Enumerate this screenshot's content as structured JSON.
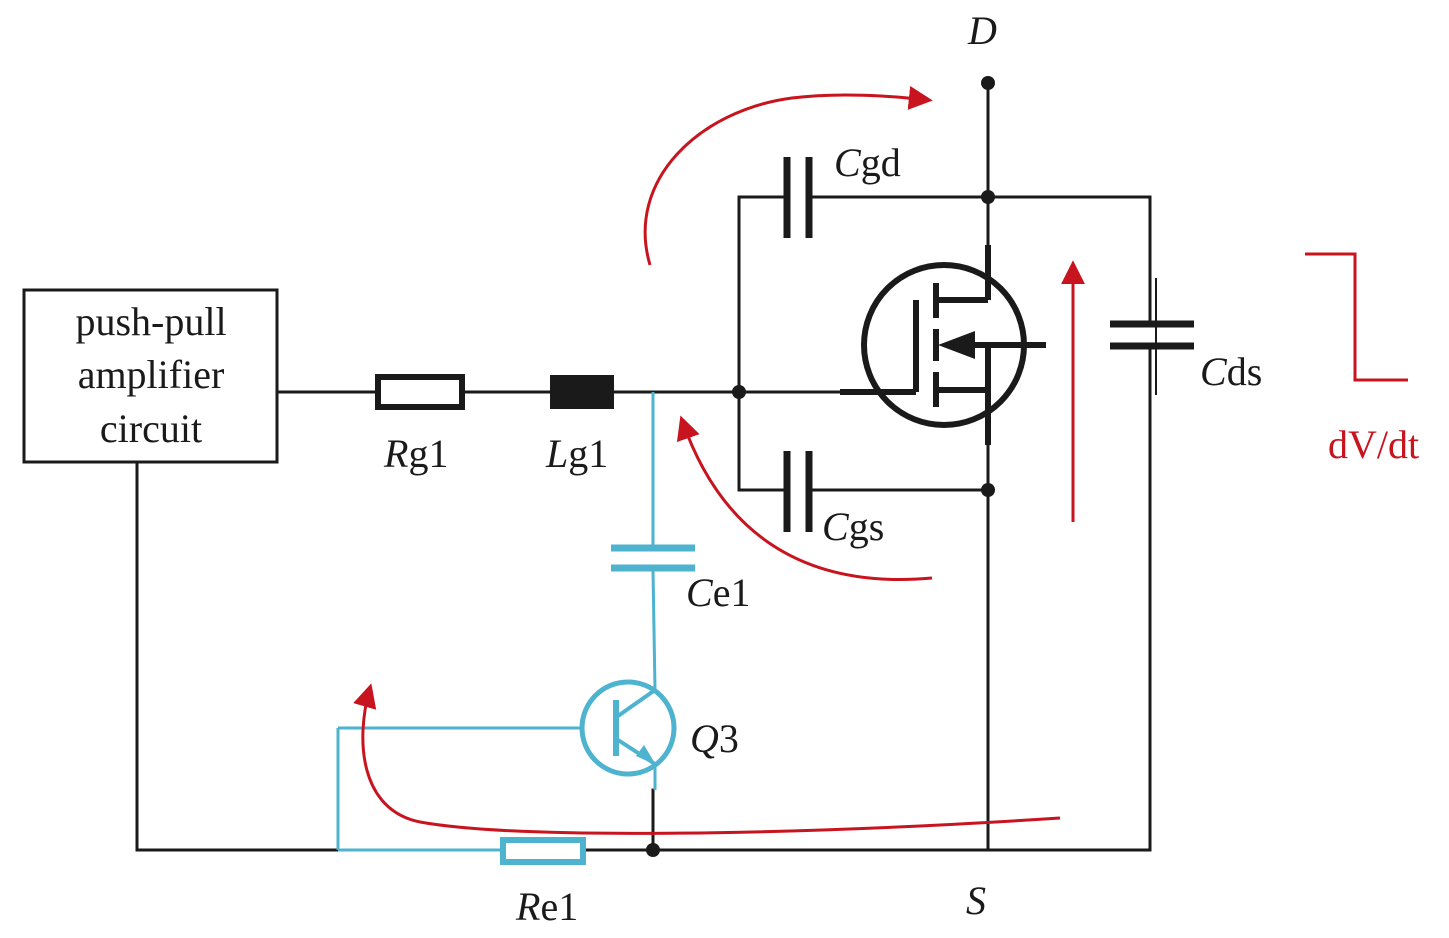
{
  "diagram": {
    "block": {
      "lines": [
        "push-pull",
        "amplifier",
        "circuit"
      ]
    },
    "labels": {
      "drain": "D",
      "source": "S",
      "rg1": {
        "prefix": "R",
        "suffix": "g1"
      },
      "lg1": {
        "prefix": "L",
        "suffix": "g1"
      },
      "cgd": {
        "prefix": "C",
        "suffix": "gd"
      },
      "cgs": {
        "prefix": "C",
        "suffix": "gs"
      },
      "cds": {
        "prefix": "C",
        "suffix": "ds"
      },
      "ce1": {
        "prefix": "C",
        "suffix": "e1"
      },
      "q3": {
        "prefix": "Q",
        "suffix": "3"
      },
      "re1": {
        "prefix": "R",
        "suffix": "e1"
      },
      "dvdt": "dV/dt"
    },
    "colors": {
      "circuit": "#1a1a1a",
      "added_branch": "#4db3cf",
      "current_path": "#c8141e"
    }
  }
}
